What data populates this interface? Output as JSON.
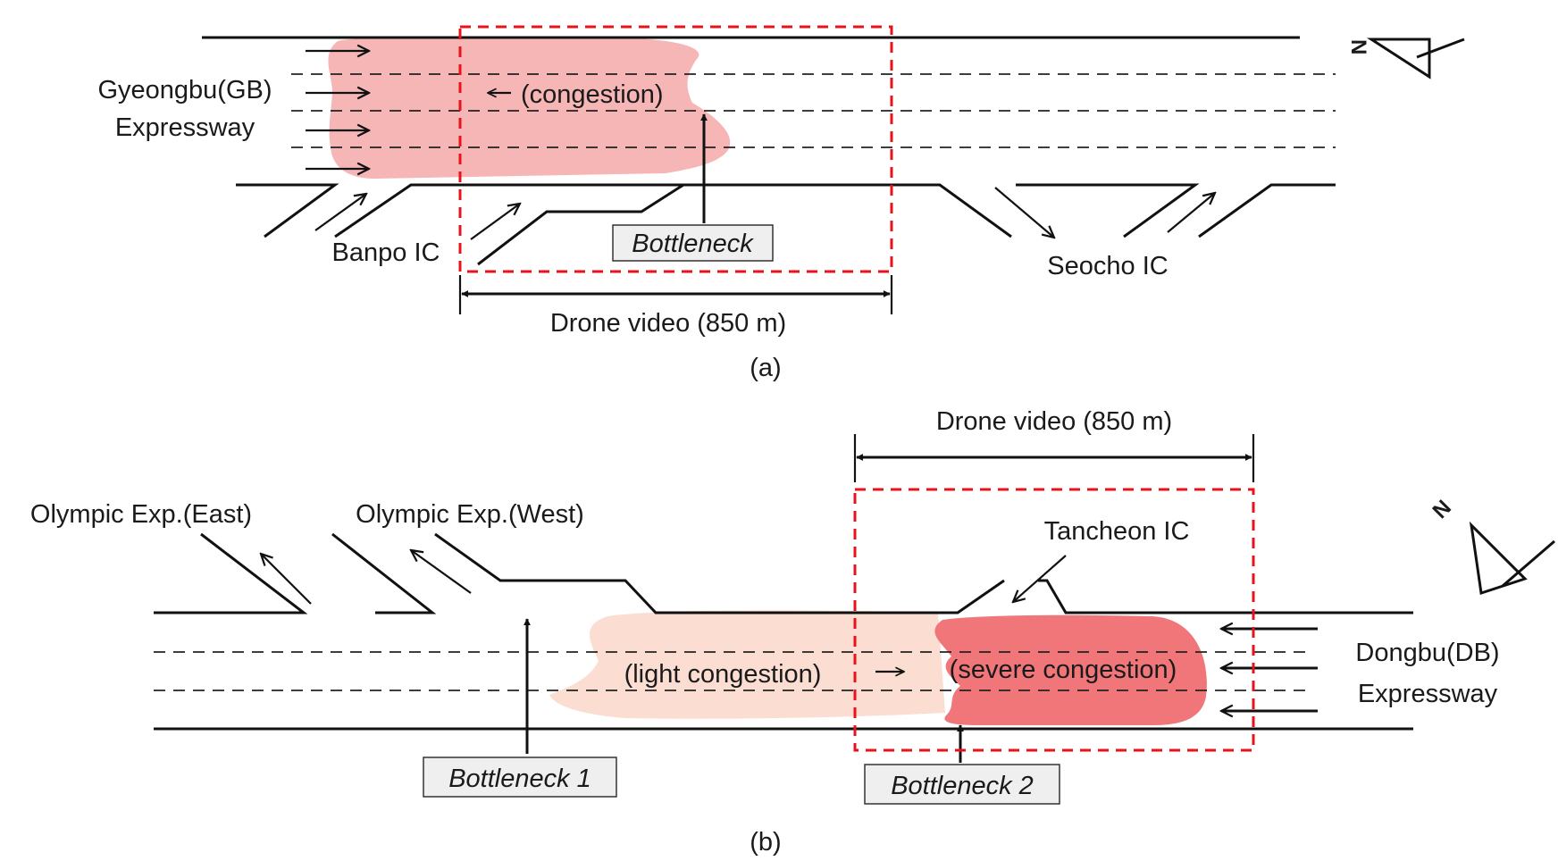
{
  "colors": {
    "road": "#111111",
    "frame": "#e8121b",
    "congestion": "#f4a9a9",
    "light_congestion": "#fbd9cc",
    "severe_congestion": "#ef6f72",
    "label_box": "#efefef"
  },
  "panel_a": {
    "road_name_line1": "Gyeongbu(GB)",
    "road_name_line2": "Expressway",
    "congestion_label": "(congestion)",
    "banpo_label": "Banpo IC",
    "seocho_label": "Seocho IC",
    "bottleneck_label": "Bottleneck",
    "drone_label": "Drone video (850 m)",
    "caption": "(a)",
    "north_label": "N"
  },
  "panel_b": {
    "olympic_east_label": "Olympic Exp.(East)",
    "olympic_west_label": "Olympic Exp.(West)",
    "tancheon_label": "Tancheon IC",
    "road_name_line1": "Dongbu(DB)",
    "road_name_line2": "Expressway",
    "light_congestion_label": "(light congestion)",
    "severe_congestion_label": "(severe congestion)",
    "bottleneck1_label": "Bottleneck 1",
    "bottleneck2_label": "Bottleneck 2",
    "drone_label": "Drone video (850 m)",
    "caption": "(b)",
    "north_label": "N"
  }
}
